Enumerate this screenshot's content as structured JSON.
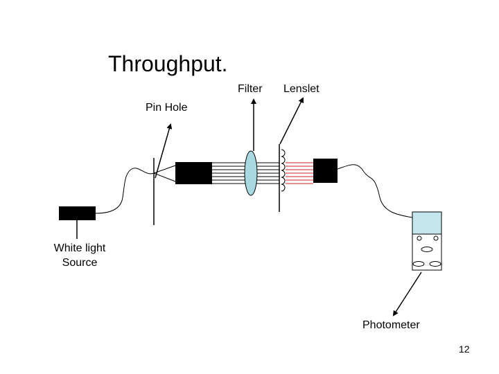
{
  "slide": {
    "title": "Throughput.",
    "page_number": "12"
  },
  "labels": {
    "filter": "Filter",
    "lenslet": "Lenslet",
    "pin_hole": "Pin Hole",
    "white_light_source": "White light Source",
    "photometer": "Photometer"
  },
  "colors": {
    "beam_rays": "#d22020",
    "filter_lens": "#a8d8e0",
    "photometer_body": "#c5e6ec",
    "device_black": "#000000"
  }
}
